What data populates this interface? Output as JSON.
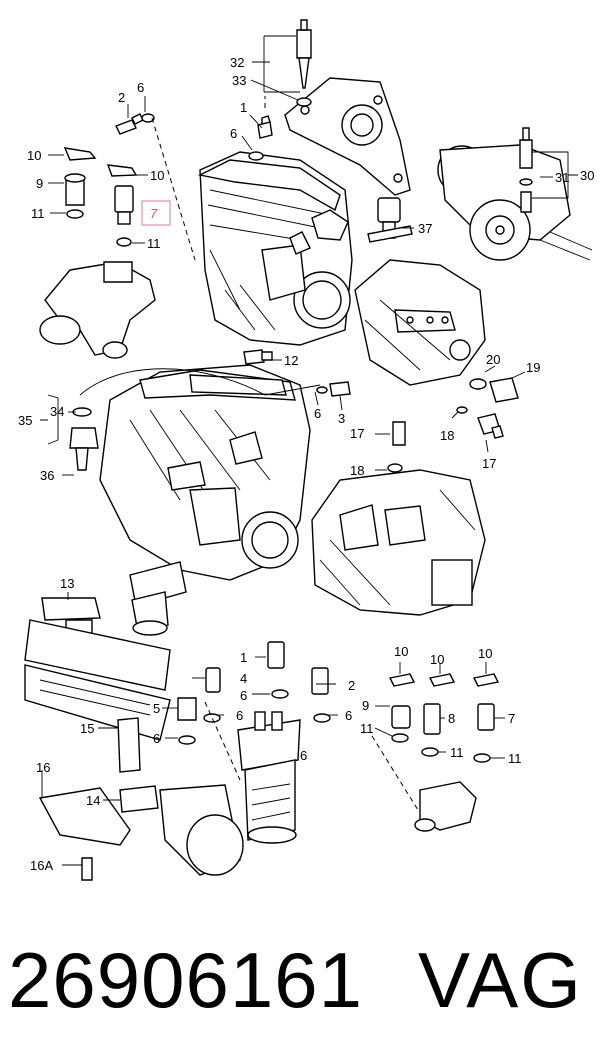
{
  "diagram": {
    "callouts": {
      "c32": "32",
      "c33": "33",
      "c2a": "2",
      "c6a": "6",
      "c1a": "1",
      "c6b": "6",
      "c10a": "10",
      "c10b": "10",
      "c9a": "9",
      "c11a": "11",
      "c11b": "11",
      "c7hl": "7",
      "c37": "37",
      "c30": "30",
      "c31": "31",
      "c12": "12",
      "c20": "20",
      "c19": "19",
      "c34": "34",
      "c35": "35",
      "c6c": "6",
      "c3": "3",
      "c17a": "17",
      "c18a": "18",
      "c17b": "17",
      "c36": "36",
      "c18b": "18",
      "c13": "13",
      "c1b": "1",
      "c4": "4",
      "c2b": "2",
      "c6d": "6",
      "c6e": "6",
      "c5": "5",
      "c6f": "6",
      "c6g": "6",
      "c6h": "6",
      "c10c": "10",
      "c10d": "10",
      "c10e": "10",
      "c9b": "9",
      "c8": "8",
      "c7b": "7",
      "c11c": "11",
      "c11d": "11",
      "c11e": "11",
      "c15": "15",
      "c16": "16",
      "c14": "14",
      "c16a": "16A"
    }
  },
  "footer": {
    "part_number": "26906161",
    "brand": "VAG"
  }
}
